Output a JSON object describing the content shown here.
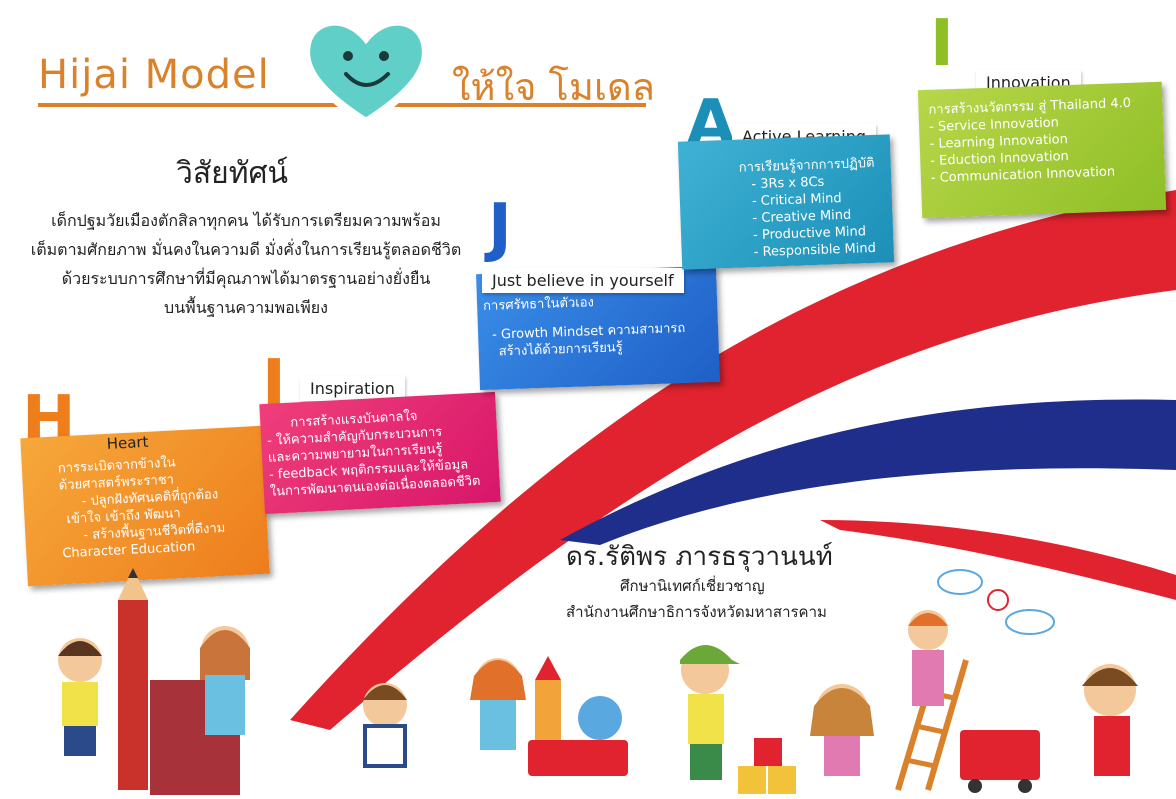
{
  "header": {
    "title_en": "Hijai Model",
    "title_th": "ให้ใจ โมเดล",
    "logo_icon": "smiling-heart-icon"
  },
  "vision": {
    "title": "วิสัยทัศน์",
    "lines": [
      "เด็กปฐมวัยเมืองตักสิลาทุกคน ได้รับการเตรียมความพร้อม",
      "เต็มตามศักยภาพ มั่นคงในความดี มั่งคั่งในการเรียนรู้ตลอดชีวิต",
      "ด้วยระบบการศึกษาที่มีคุณภาพได้มาตรฐานอย่างยั่งยืน",
      "บนพื้นฐานความพอเพียง"
    ]
  },
  "cards": {
    "h": {
      "letter": "H",
      "label": "Heart",
      "lines": [
        "การระเบิดจากข้างใน",
        "ด้วยศาสตร์พระราชา"
      ],
      "items": [
        "- ปลูกฝังทัศนคติที่ถูกต้อง",
        "เข้าใจ เข้าถึง พัฒนา",
        "- สร้างพื้นฐานชีวิตที่ดีงาม",
        "Character Education"
      ]
    },
    "i": {
      "letter": "I",
      "label": "Inspiration",
      "lines": [
        "การสร้างแรงบันดาลใจ"
      ],
      "items": [
        "- ให้ความสำคัญกับกระบวนการ",
        "และความพยายามในการเรียนรู้",
        "- feedback พฤติกรรมและให้ข้อมูล",
        "ในการพัฒนาตนเองต่อเนื่องตลอดชีวิต"
      ]
    },
    "j": {
      "letter": "J",
      "label": "Just believe in yourself",
      "lines": [
        "การศรัทธาในตัวเอง"
      ],
      "items": [
        "- Growth Mindset ความสามารถ",
        "สร้างได้ด้วยการเรียนรู้"
      ]
    },
    "a": {
      "letter": "A",
      "label": "Active Learning",
      "lines": [
        "การเรียนรู้จากการปฏิบัติ"
      ],
      "items": [
        "- 3Rs x 8Cs",
        "- Critical Mind",
        "- Creative Mind",
        "- Productive Mind",
        "- Responsible Mind"
      ]
    },
    "n": {
      "letter": "I",
      "label": "Innovation",
      "lines": [
        "การสร้างนวัตกรรม สู่ Thailand 4.0"
      ],
      "items": [
        "- Service Innovation",
        "- Learning Innovation",
        "- Eduction Innovation",
        "- Communication Innovation"
      ]
    }
  },
  "author": {
    "name": "ดร.รัติพร ภารธรุวานนท์",
    "title": "ศึกษานิเทศก์เชี่ยวชาญ",
    "office": "สำนักงานศึกษาธิการจังหวัดมหาสารคาม"
  },
  "colors": {
    "orange": "#ee7d1c",
    "pink": "#d8166a",
    "blue": "#1f5fc7",
    "cyan": "#1c8fb8",
    "green": "#8fbf26",
    "red_stripe": "#e0232e",
    "blue_stripe": "#1f2e8a",
    "heart": "#5fcfc8"
  },
  "illustration_icon": "children-playing-illustration"
}
